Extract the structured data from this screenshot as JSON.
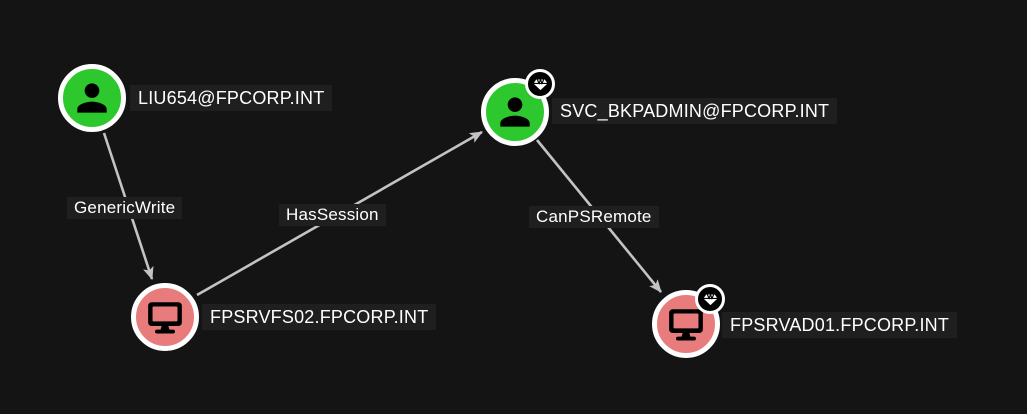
{
  "colors": {
    "background": "#141414",
    "node_user": "#2DC82D",
    "node_computer": "#E87C7C",
    "node_border": "#FFFFFF",
    "edge": "#C3C3C3",
    "label_bg": "#1F1F1F",
    "label_text": "#FFFFFF",
    "badge_bg": "#000000",
    "badge_ring": "#FFFFFF",
    "icon": "#000000"
  },
  "nodes": [
    {
      "label": "LIU654@FPCORP.INT",
      "type": "user",
      "icon": "user-icon",
      "owned_badge": false
    },
    {
      "label": "FPSRVFS02.FPCORP.INT",
      "type": "computer",
      "icon": "computer-icon",
      "owned_badge": false
    },
    {
      "label": "SVC_BKPADMIN@FPCORP.INT",
      "type": "user",
      "icon": "user-icon",
      "owned_badge": true,
      "badge_icon": "gem-icon"
    },
    {
      "label": "FPSRVAD01.FPCORP.INT",
      "type": "computer",
      "icon": "computer-icon",
      "owned_badge": true,
      "badge_icon": "gem-icon"
    }
  ],
  "edges": [
    {
      "label": "GenericWrite",
      "from": "LIU654@FPCORP.INT",
      "to": "FPSRVFS02.FPCORP.INT"
    },
    {
      "label": "HasSession",
      "from": "FPSRVFS02.FPCORP.INT",
      "to": "SVC_BKPADMIN@FPCORP.INT"
    },
    {
      "label": "CanPSRemote",
      "from": "SVC_BKPADMIN@FPCORP.INT",
      "to": "FPSRVAD01.FPCORP.INT"
    }
  ]
}
